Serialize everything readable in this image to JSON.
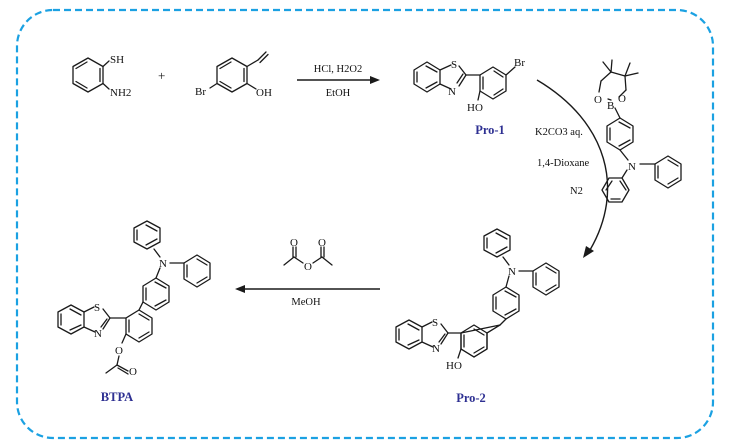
{
  "colors": {
    "frame": "#1ba1e2",
    "compound_label": "#2e3092",
    "ink": "#1a1a1a"
  },
  "reaction_1": {
    "plus": "+",
    "reagent_line": "HCl, H2O2",
    "solvent_line": "EtOH"
  },
  "reaction_2": {
    "conditions": [
      "K2CO3 aq.",
      "1,4-Dioxane",
      "N2"
    ]
  },
  "reaction_3": {
    "solvent_line": "MeOH"
  },
  "compounds": {
    "pro1": "Pro-1",
    "pro2": "Pro-2",
    "btpa": "BTPA"
  },
  "atoms": {
    "thiophenol_S": "SH",
    "thiophenol_N": "NH2",
    "aldehyde_Br": "Br",
    "aldehyde_OH": "OH",
    "pro1_S": "S",
    "pro1_N": "N",
    "pro1_HO": "HO",
    "pro1_Br": "Br",
    "boronate_O1": "O",
    "boronate_O2": "O",
    "boronate_B": "B",
    "boronate_N": "N",
    "anhydride_O": "O",
    "anhydride_O_left": "O",
    "anhydride_O_right": "O",
    "pro2_N": "N",
    "pro2_S": "S",
    "pro2_Nthz": "N",
    "pro2_HO": "HO",
    "btpa_N": "N",
    "btpa_S": "S",
    "btpa_Nthz": "N",
    "btpa_O": "O",
    "btpa_Oc": "O"
  }
}
